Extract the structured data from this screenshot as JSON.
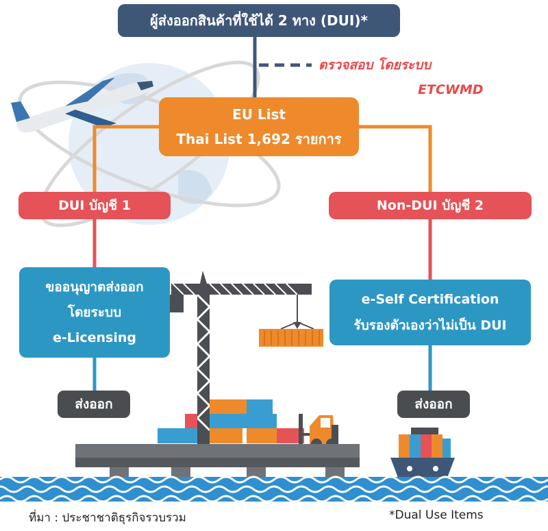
{
  "title": "ผู้ส่งออกสินค้าที่ใช้ได้ 2 ทาง (DUI)*",
  "check": {
    "line1": "ตรวจสอบ โดยระบบ",
    "line2": "ETCWMD"
  },
  "lists": {
    "line1": "EU List",
    "line2": "Thai List 1,692 รายการ"
  },
  "branches": {
    "dui": {
      "label": "DUI บัญชี 1",
      "action_lines": [
        "ขออนุญาตส่งออก",
        "โดยระบบ",
        "e-Licensing"
      ],
      "result": "ส่งออก"
    },
    "non_dui": {
      "label": "Non-DUI บัญชี 2",
      "action_lines": [
        "e-Self Certification",
        "รับรองตัวเองว่าไม่เป็น DUI"
      ],
      "result": "ส่งออก"
    }
  },
  "footer": {
    "source": "ที่มา : ประชาชาติธุรกิจรวบรวม",
    "note": "*Dual Use Items"
  },
  "colors": {
    "title_bg": "#3f5777",
    "list_bg": "#ee8a2b",
    "branch_bg": "#e55257",
    "action_bg": "#2d97c4",
    "result_bg": "#4a4d50",
    "check_text": "#e74a4a",
    "water": "#2f8fd0"
  }
}
